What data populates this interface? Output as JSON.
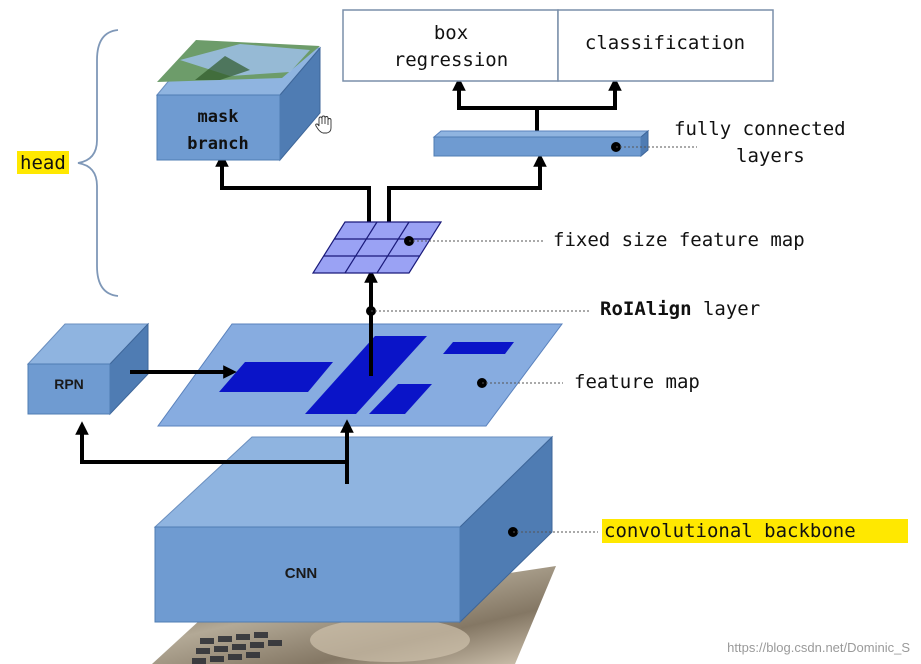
{
  "labels": {
    "head": "head",
    "mask_branch_line1": "mask",
    "mask_branch_line2": "branch",
    "box_regression_line1": "box",
    "box_regression_line2": "regression",
    "classification": "classification",
    "fully_connected_line1": "fully connected",
    "fully_connected_line2": "layers",
    "fixed_size_feature_map": "fixed size feature map",
    "roialign_bold": "RoIAlign",
    "roialign_rest": " layer",
    "feature_map": "feature map",
    "rpn": "RPN",
    "convolutional_backbone": "convolutional backbone",
    "cnn": "CNN",
    "watermark": "https://blog.csdn.net/Dominic_S"
  },
  "colors": {
    "block_front": "#6f9bd1",
    "block_top": "#8fb4e0",
    "block_side": "#4f7cb3",
    "feature_plane": "#87ace0",
    "region_dark_blue": "#0a14c8",
    "fixed_map_fill": "#9aa2f4",
    "highlight_yellow": "#ffe800",
    "arrow": "#000000"
  }
}
